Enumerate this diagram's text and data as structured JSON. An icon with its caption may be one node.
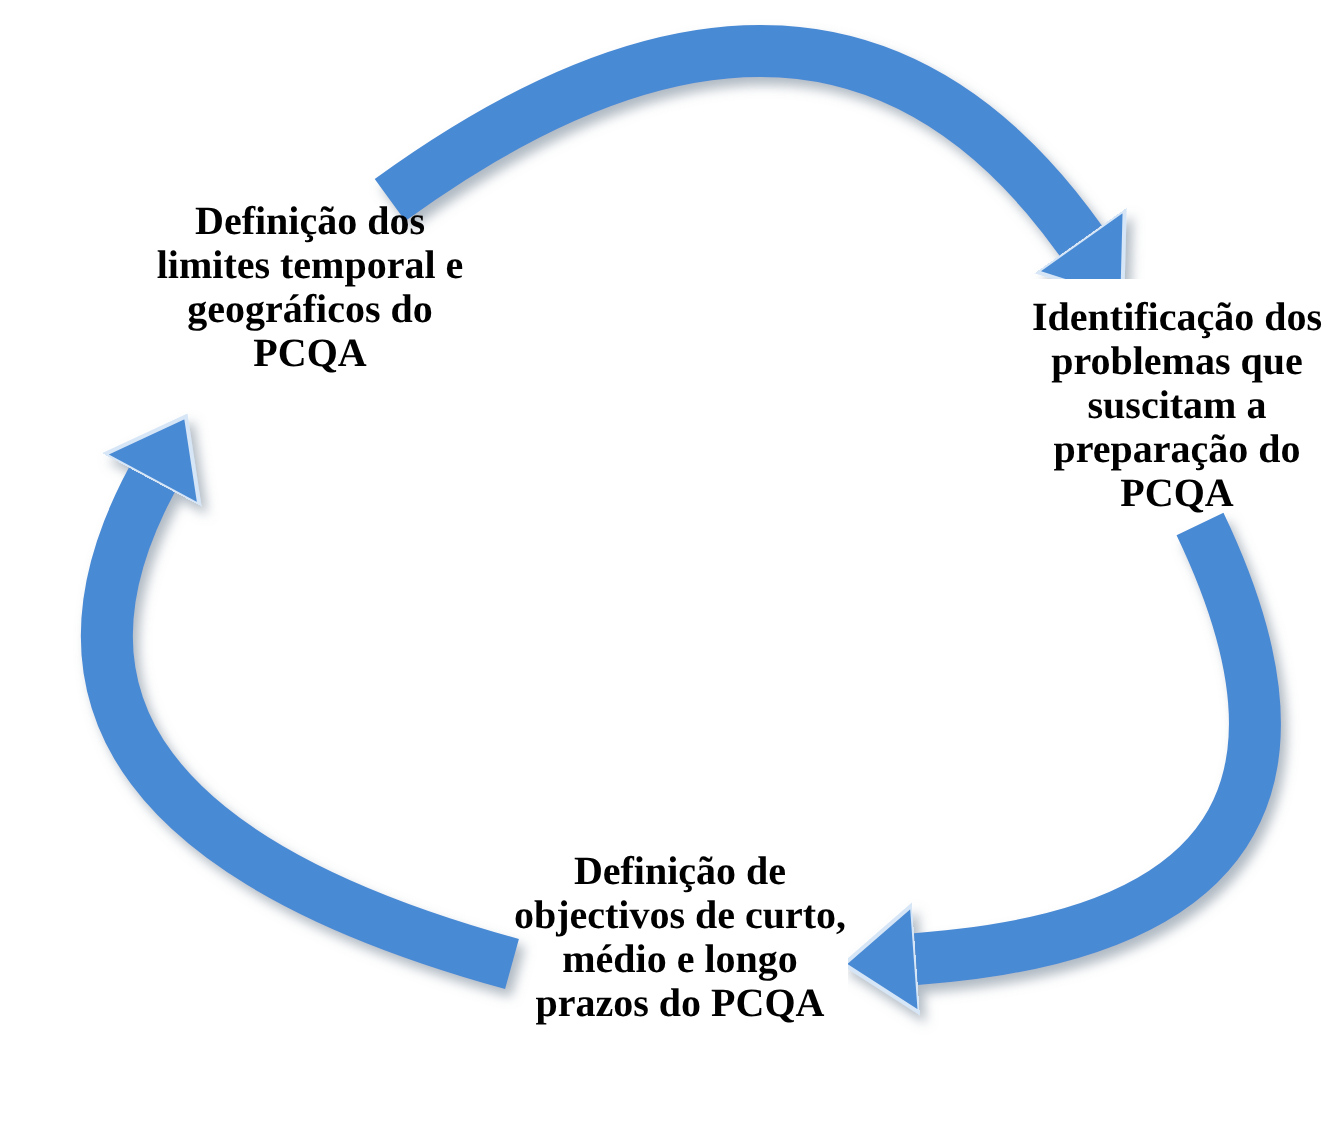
{
  "diagram": {
    "nodes": [
      {
        "text": [
          "Definição dos limites temporal e geográficos do PCQA"
        ]
      },
      {
        "text": [
          "Identificação dos problemas que suscitam a preparação do PCQA"
        ]
      },
      {
        "text": [
          "Definição de objectivos de curto, médio e longo prazos do PCQA"
        ]
      }
    ],
    "edges": [
      {
        "from": 0,
        "to": 1,
        "arrow": "to"
      },
      {
        "from": 1,
        "to": 2,
        "arrow": "to"
      },
      {
        "from": 2,
        "to": 0,
        "arrow": "to"
      }
    ]
  }
}
